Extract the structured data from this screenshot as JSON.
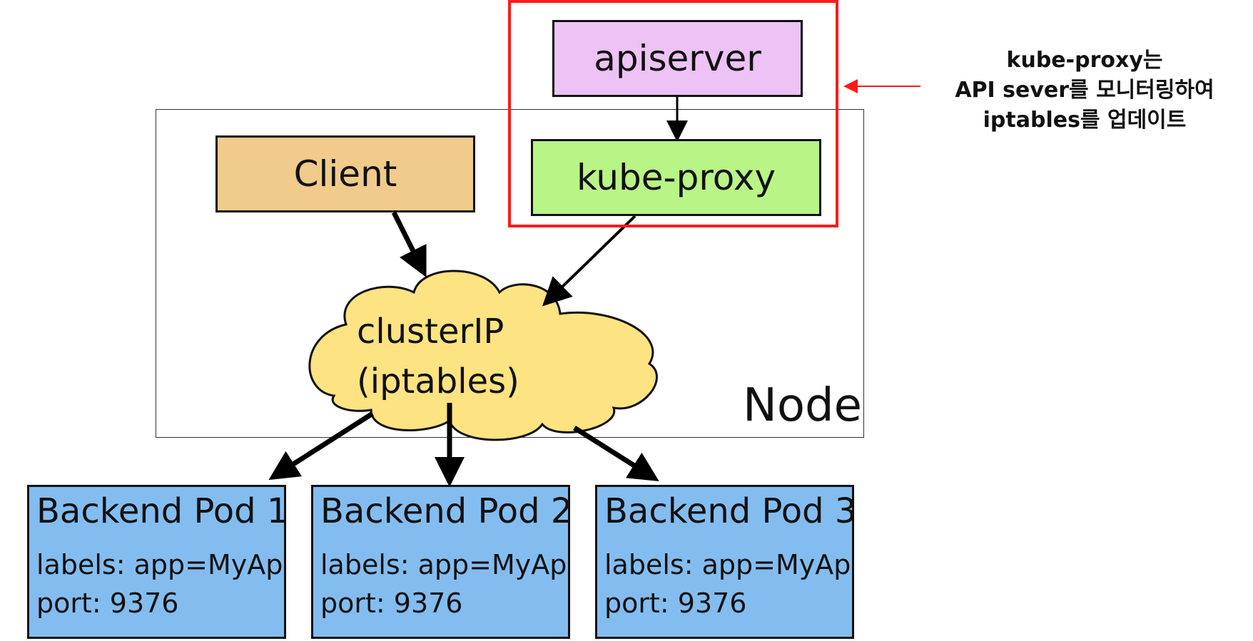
{
  "apiserver": {
    "label": "apiserver"
  },
  "client": {
    "label": "Client"
  },
  "kube_proxy": {
    "label": "kube-proxy"
  },
  "cluster_ip": {
    "line1": "clusterIP",
    "line2": "(iptables)"
  },
  "node": {
    "label": "Node"
  },
  "pods": [
    {
      "title": "Backend Pod 1",
      "labels": "labels: app=MyApp",
      "port": "port: 9376"
    },
    {
      "title": "Backend Pod 2",
      "labels": "labels: app=MyApp",
      "port": "port: 9376"
    },
    {
      "title": "Backend Pod 3",
      "labels": "labels: app=MyApp",
      "port": "port: 9376"
    }
  ],
  "annotation": {
    "line1": "kube-proxy는",
    "line2": "API sever를 모니터링하여",
    "line3": "iptables를 업데이트"
  },
  "colors": {
    "apiserver": "#edc2f5",
    "client": "#f0cb8b",
    "kube_proxy": "#b9f486",
    "cloud": "#fde381",
    "pod": "#83bdf0",
    "highlight": "#ff1a1a"
  }
}
